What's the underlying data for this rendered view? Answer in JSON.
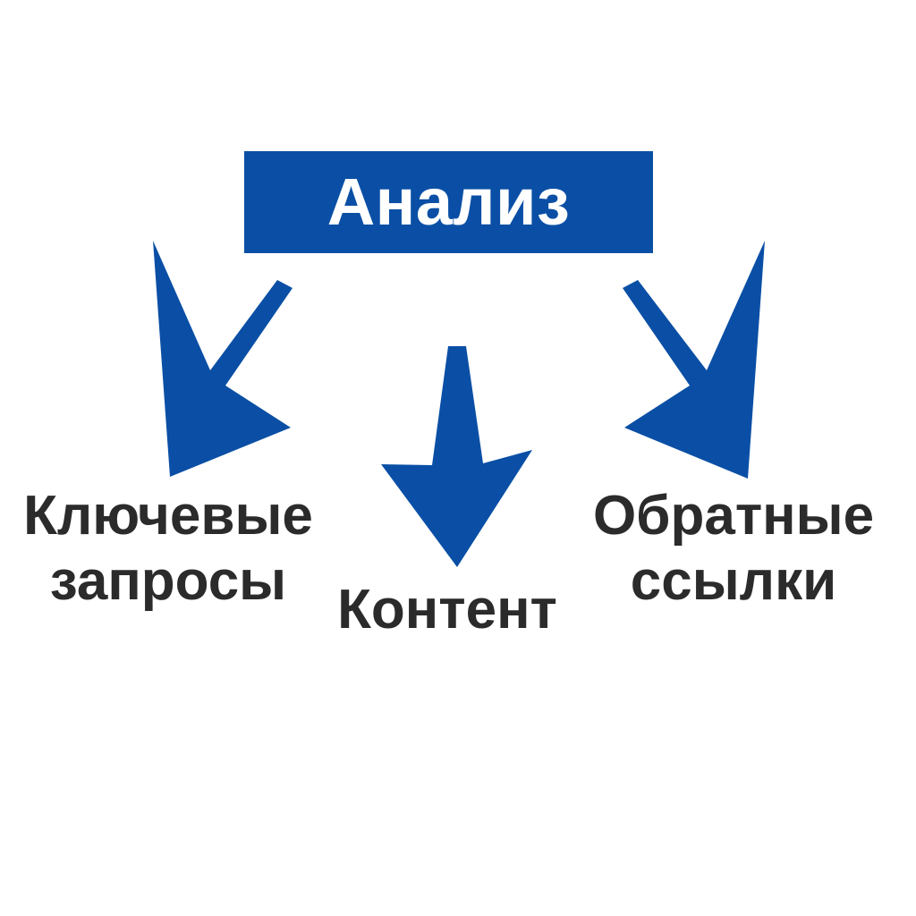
{
  "diagram": {
    "title": "Анализ",
    "type": "fan-out hierarchy",
    "accent_color": "#0A4FA5",
    "text_color": "#2B2B2B",
    "background_color": "#FFFFFF",
    "root": {
      "label": "Анализ",
      "box_fill": "#0A4FA5",
      "label_color": "#FFFFFF"
    },
    "branches": [
      {
        "id": "keywords",
        "label": "Ключевые\nзапросы",
        "line1": "Ключевые",
        "line2": "запросы",
        "arrow": "arrow-down-left",
        "arrow_color": "#0A4FA5"
      },
      {
        "id": "content",
        "label": "Контент",
        "line1": "Контент",
        "line2": "",
        "arrow": "arrow-down",
        "arrow_color": "#0A4FA5"
      },
      {
        "id": "backlinks",
        "label": "Обратные\nссылки",
        "line1": "Обратные",
        "line2": "ссылки",
        "arrow": "arrow-down-right",
        "arrow_color": "#0A4FA5"
      }
    ]
  }
}
